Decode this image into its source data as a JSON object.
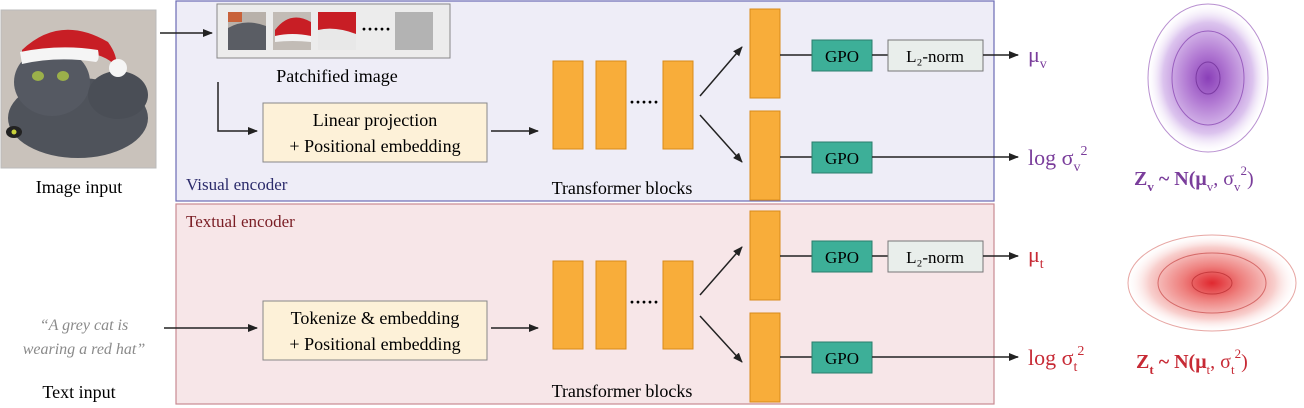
{
  "image_input": {
    "label": "Image input"
  },
  "text_input": {
    "quote_line1": "“A grey cat is",
    "quote_line2": "wearing a red hat”",
    "label": "Text input"
  },
  "visual_encoder": {
    "title": "Visual encoder",
    "patch_label": "Patchified image",
    "patch_dots": "·····",
    "proj_line1": "Linear projection",
    "proj_line2": "+ Positional embedding",
    "transformer_label": "Transformer blocks",
    "block_dots": "·····",
    "gpo_top": "GPO",
    "gpo_bottom": "GPO",
    "norm": "L₂-norm",
    "mu": "μ",
    "mu_sub": "v",
    "logsig": "log σ",
    "logsig_sub": "v",
    "logsig_sup": "2",
    "dist_z": "Z",
    "dist_z_sub": "v",
    "dist_rest": " ~ N(μ",
    "dist_rest_sub": "v",
    "dist_sigma": ", σ",
    "dist_sigma_sub": "v",
    "dist_sigma_sup": "2",
    "dist_close": ")"
  },
  "textual_encoder": {
    "title": "Textual encoder",
    "tok_line1": "Tokenize & embedding",
    "tok_line2": "+ Positional embedding",
    "transformer_label": "Transformer blocks",
    "block_dots": "·····",
    "gpo_top": "GPO",
    "gpo_bottom": "GPO",
    "norm": "L₂-norm",
    "mu": "μ",
    "mu_sub": "t",
    "logsig": "log σ",
    "logsig_sub": "t",
    "logsig_sup": "2",
    "dist_z": "Z",
    "dist_z_sub": "t",
    "dist_rest": " ~ N(μ",
    "dist_rest_sub": "t",
    "dist_sigma": ", σ",
    "dist_sigma_sub": "t",
    "dist_sigma_sup": "2",
    "dist_close": ")"
  },
  "colors": {
    "visual_bg": "#eeedf7",
    "visual_border": "#6b6bb5",
    "textual_bg": "#f7e6e8",
    "textual_border": "#c98a93",
    "block_orange": "#f8ad3a",
    "block_orange_border": "#d98a1a",
    "gpo_teal": "#3daf98",
    "norm_fill": "#e9eeeb",
    "proj_fill": "#fdf1d8",
    "purple": "#7a3d9b",
    "red": "#c72a35"
  }
}
